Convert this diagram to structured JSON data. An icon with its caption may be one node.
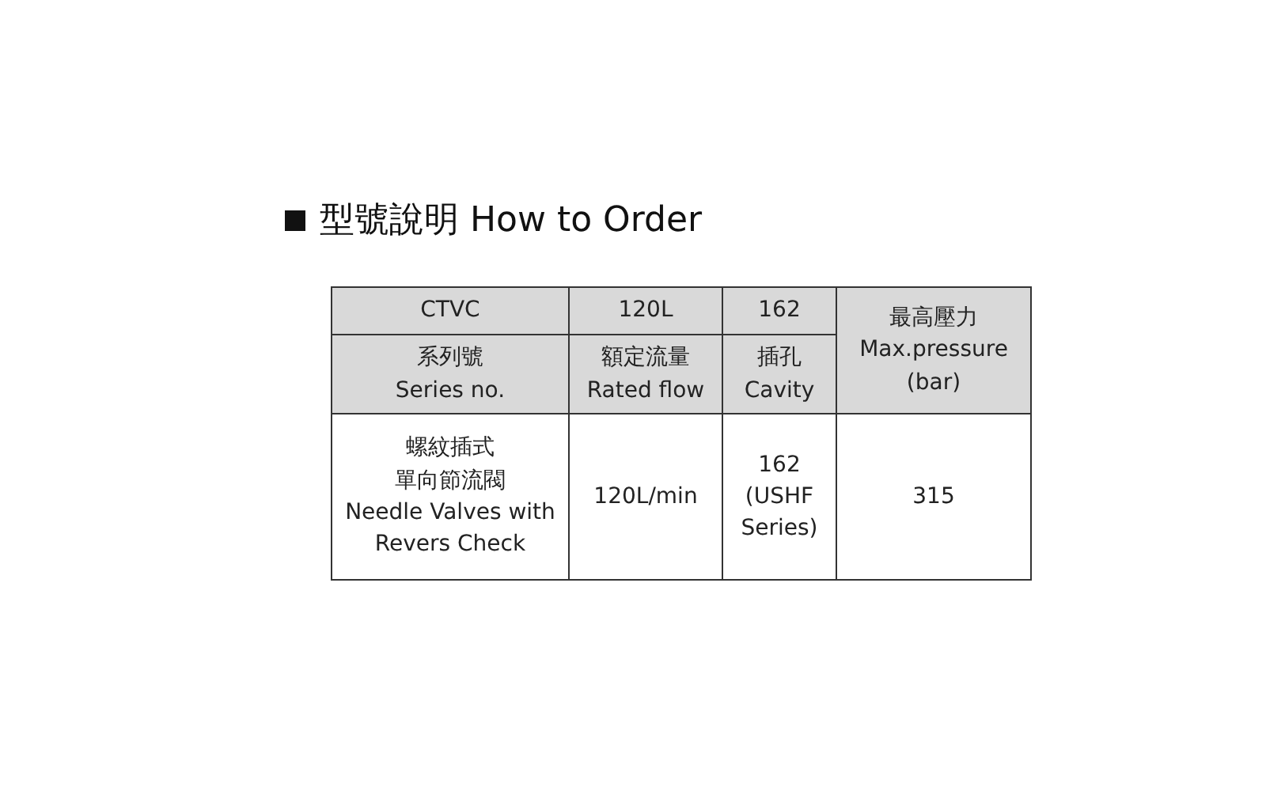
{
  "diagram": {
    "title": "型號說明 How to Order",
    "labels": [
      "CTVC",
      "120L",
      "162",
      "最高壓力",
      "Max.pressure (bar)",
      "系列號",
      "Series no.",
      "額定流量",
      "Rated flow",
      "插孔",
      "Cavity",
      "螺紋插式",
      "單向節流閥",
      "Needle Valves with Revers Check",
      "120L/min",
      "162 (USHF Series)",
      "315"
    ]
  }
}
